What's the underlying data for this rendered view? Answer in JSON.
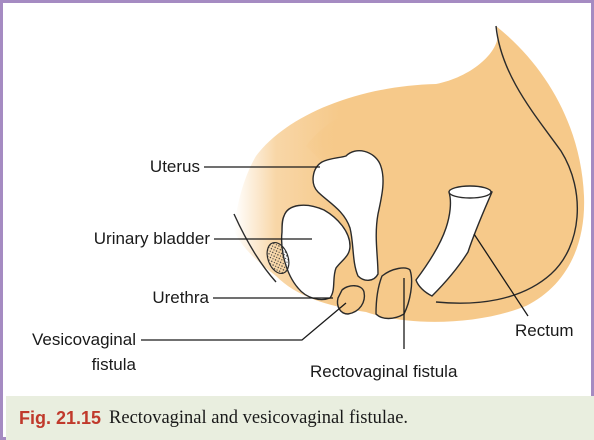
{
  "labels": {
    "uterus": "Uterus",
    "urinary_bladder": "Urinary bladder",
    "urethra": "Urethra",
    "vesicovaginal_line1": "Vesicovaginal",
    "vesicovaginal_line2": "fistula",
    "rectum": "Rectum",
    "rectovaginal": "Rectovaginal fistula"
  },
  "caption": {
    "number": "Fig. 21.15",
    "text": "Rectovaginal and vesicovaginal fistulae."
  },
  "colors": {
    "frame_border": "#a58bc2",
    "tissue": "#f6c98a",
    "caption_background": "#e9eedf",
    "caption_number": "#c0392b"
  }
}
